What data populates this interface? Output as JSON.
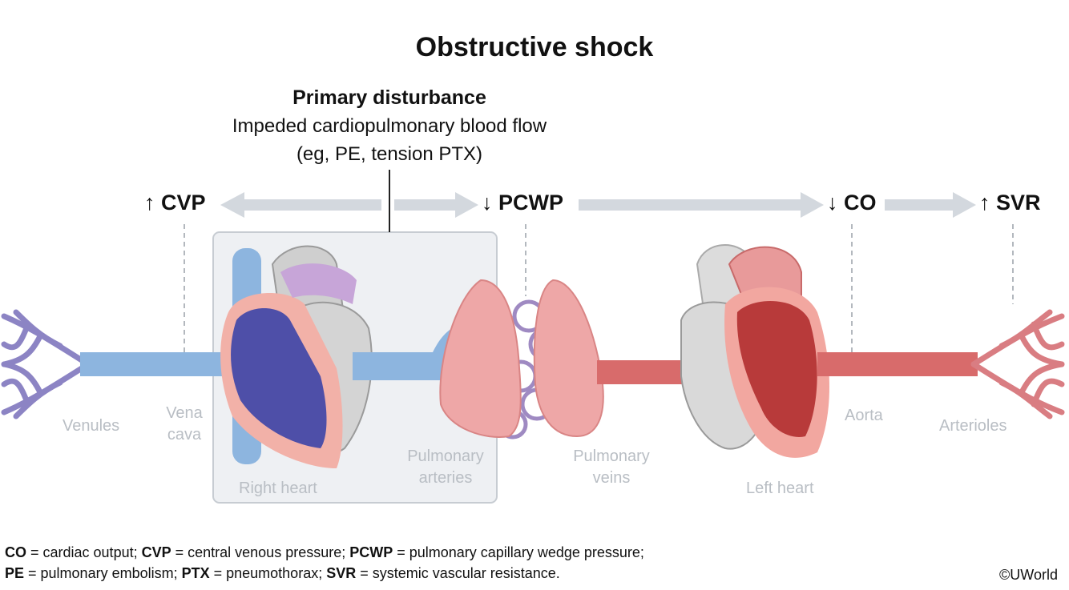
{
  "title": "Obstructive shock",
  "primary": {
    "heading": "Primary disturbance",
    "line1": "Impeded cardiopulmonary blood flow",
    "line2": "(eg, PE, tension PTX)"
  },
  "params": {
    "cvp": "↑ CVP",
    "pcwp": "↓ PCWP",
    "co": "↓ CO",
    "svr": "↑ SVR"
  },
  "labels": {
    "venules": "Venules",
    "vena_cava_1": "Vena",
    "vena_cava_2": "cava",
    "right_heart": "Right heart",
    "pulm_arteries_1": "Pulmonary",
    "pulm_arteries_2": "arteries",
    "pulm_veins_1": "Pulmonary",
    "pulm_veins_2": "veins",
    "left_heart": "Left heart",
    "aorta": "Aorta",
    "arterioles": "Arterioles"
  },
  "legend": {
    "l1": [
      {
        "term": "CO",
        "def": " = cardiac output; "
      },
      {
        "term": "CVP",
        "def": " = central venous pressure; "
      },
      {
        "term": "PCWP",
        "def": " = pulmonary capillary wedge pressure;"
      }
    ],
    "l2": [
      {
        "term": "PE",
        "def": " = pulmonary embolism; "
      },
      {
        "term": "PTX",
        "def": " = pneumothorax; "
      },
      {
        "term": "SVR",
        "def": " = systemic vascular resistance."
      }
    ]
  },
  "copyright": "©UWorld",
  "colors": {
    "venous": "#8db5df",
    "venous_dark": "#5b6fc0",
    "arterial": "#d86b6b",
    "arterial_dark": "#b83a3a",
    "lung": "#eea7a7",
    "arrow": "#d3d8de",
    "box": "#eef0f3"
  }
}
